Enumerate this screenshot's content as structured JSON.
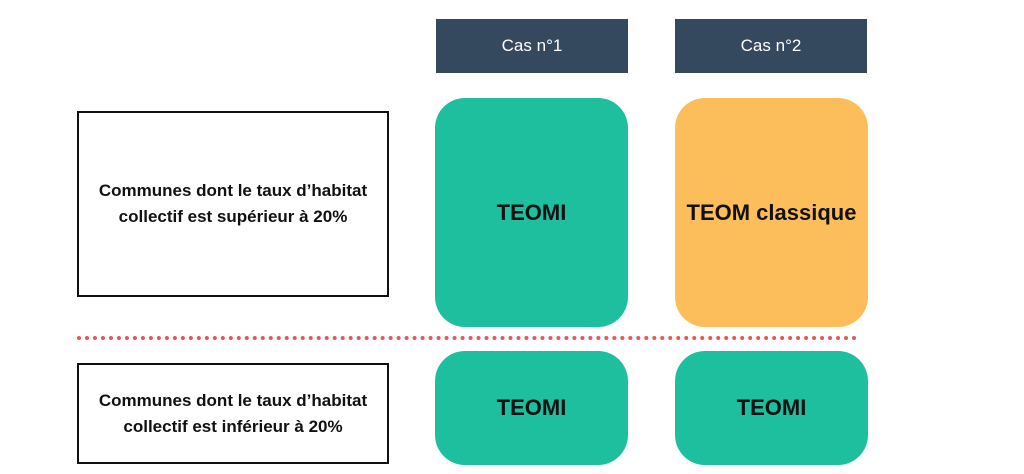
{
  "headers": {
    "case1": "Cas n°1",
    "case2": "Cas n°2"
  },
  "rows": [
    {
      "label": "Communes dont le taux d’habitat collectif est supérieur à 20%",
      "case1": {
        "text": "TEOMI",
        "color": "#1dbf9e"
      },
      "case2": {
        "text": "TEOM classique",
        "color": "#fcbd5b"
      }
    },
    {
      "label": "Communes dont le taux d’habitat collectif est inférieur à 20%",
      "case1": {
        "text": "TEOMI",
        "color": "#1dbf9e"
      },
      "case2": {
        "text": "TEOMI",
        "color": "#1dbf9e"
      }
    }
  ],
  "divider_color": "#e05a5a",
  "header_color": "#34495e"
}
